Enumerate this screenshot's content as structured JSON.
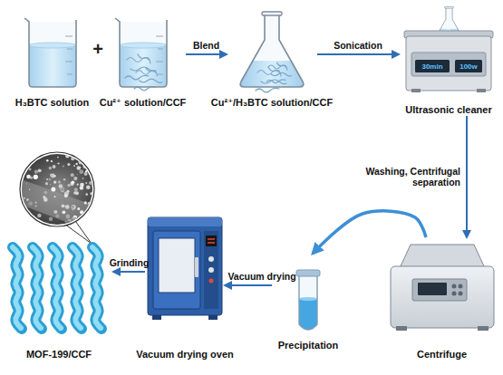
{
  "diagram": {
    "nodes": [
      {
        "text": [
          "H₃BTC solution"
        ]
      },
      {
        "text": [
          "Cu²⁺ solution/CCF"
        ]
      },
      {
        "text": [
          "Cu²⁺/H₃BTC solution/CCF"
        ]
      },
      {
        "text": [
          "Ultrasonic cleaner"
        ]
      },
      {
        "text": [
          "Centrifuge"
        ]
      },
      {
        "text": [
          "Precipitation"
        ]
      },
      {
        "text": [
          "Vacuum drying oven"
        ]
      },
      {
        "text": [
          "MOF-199/CCF"
        ]
      }
    ],
    "edges": [
      {
        "from": 1,
        "to": 2,
        "arrow": "to",
        "label": "Blend"
      },
      {
        "from": 2,
        "to": 3,
        "arrow": "to",
        "label": "Sonication"
      },
      {
        "from": 3,
        "to": 4,
        "arrow": "to",
        "label": "Washing, Centrifugal separation"
      },
      {
        "from": 4,
        "to": 5,
        "arrow": "to"
      },
      {
        "from": 5,
        "to": 6,
        "arrow": "to",
        "label": "Vacuum drying"
      },
      {
        "from": 6,
        "to": 7,
        "arrow": "to",
        "label": "Grinding"
      }
    ],
    "labels": [
      "+",
      "30min",
      "100w"
    ]
  }
}
